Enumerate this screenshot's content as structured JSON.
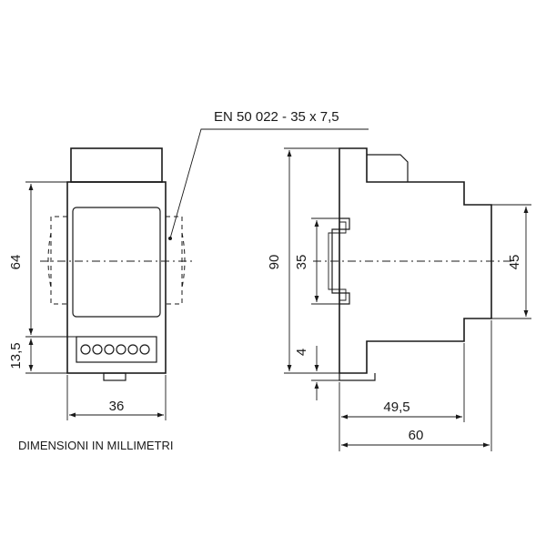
{
  "standard_label": "EN 50 022 - 35 x 7,5",
  "note": "DIMENSIONI IN MILLIMETRI",
  "front_view": {
    "height_label": "64",
    "terminal_height_label": "13,5",
    "width_label": "36"
  },
  "side_view": {
    "total_height_label": "90",
    "rail_height_label": "35",
    "body_height_label": "45",
    "clip_label": "4",
    "depth_label": "49,5",
    "total_depth_label": "60"
  }
}
